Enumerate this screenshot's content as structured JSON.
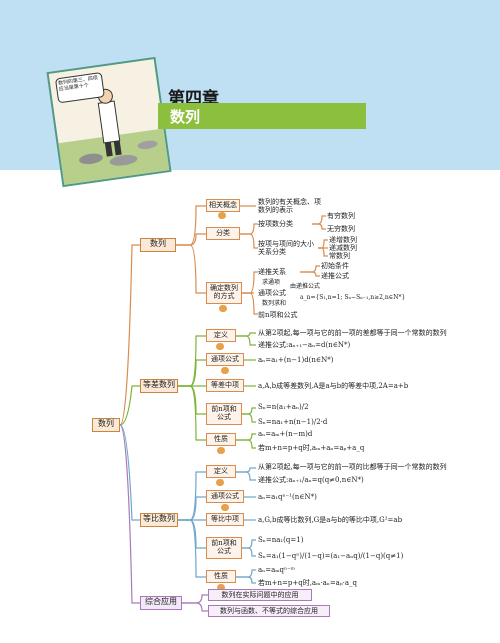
{
  "header": {
    "chapter": "第四章",
    "title": "数列",
    "bubble_text": "数列的第三、四项应当是第十个"
  },
  "mindmap": {
    "center": "数列",
    "branches": {
      "shulie": {
        "label": "数列",
        "related_concepts": "相关概念",
        "related_items": [
          "数列的有关概念、项",
          "数列的表示"
        ],
        "classification": "分类",
        "by_terms": "按项数分类",
        "by_terms_items": [
          "有穷数列",
          "无穷数列"
        ],
        "by_size": "按项与项间的大小关系分类",
        "by_size_items": [
          "递增数列",
          "递减数列",
          "常数列"
        ],
        "determine": "确定数列的方式",
        "recurrence": "递推关系",
        "recurrence_items": [
          "初始条件",
          "递推公式"
        ],
        "general_formula": "通项公式",
        "find_general": "求通项",
        "sum_of_terms": "数列求和",
        "first_n_sum": "前n项和公式",
        "formula_rel": "a_n={S₁,n=1; Sₙ−Sₙ₋₁,n≥2,n∈N*}",
        "recur_general": "由递推公式"
      },
      "arithmetic": {
        "label": "等差数列",
        "definition": "定义",
        "definition_text": "从第2项起,每一项与它的前一项的差都等于同一个常数的数列",
        "recurrence_text": "递推公式:aₙ₊₁−aₙ=d(n∈N*)",
        "general": "通项公式",
        "general_text": "aₙ=a₁+(n−1)d(n∈N*)",
        "middle": "等差中项",
        "middle_text": "a,A,b成等差数列,A是a与b的等差中项,2A=a+b",
        "sum": "前n项和公式",
        "sum_text_1": "Sₙ=n(a₁+aₙ)/2",
        "sum_text_2": "Sₙ=na₁+n(n−1)/2·d",
        "props": "性质",
        "props_text_1": "aₙ=aₘ+(n−m)d",
        "props_text_2": "若m+n=p+q时,aₘ+aₙ=aₚ+a_q"
      },
      "geometric": {
        "label": "等比数列",
        "definition": "定义",
        "definition_text": "从第2项起,每一项与它的前一项的比都等于同一个常数的数列",
        "recurrence_text": "递推公式:aₙ₊₁/aₙ=q(q≠0,n∈N*)",
        "general": "通项公式",
        "general_text": "aₙ=a₁qⁿ⁻¹(n∈N*)",
        "middle": "等比中项",
        "middle_text": "a,G,b成等比数列,G是a与b的等比中项,G²=ab",
        "sum": "前n项和公式",
        "sum_text_1": "Sₙ=na₁(q=1)",
        "sum_text_2": "Sₙ=a₁(1−qⁿ)/(1−q)=(a₁−aₙq)/(1−q)(q≠1)",
        "props": "性质",
        "props_text_1": "aₙ=aₘqⁿ⁻ᵐ",
        "props_text_2": "若m+n=p+q时,aₘ·aₙ=aₚ·a_q"
      },
      "applications": {
        "label": "综合应用",
        "items": [
          "数列在实际问题中的应用",
          "数列与函数、不等式的综合应用"
        ]
      }
    }
  },
  "colors": {
    "header_bg": "#bfe0f2",
    "title_bar": "#8dbf3f",
    "line_green": "#7fb33a",
    "line_purple": "#a77ab8",
    "line_orange": "#d98c4e"
  }
}
